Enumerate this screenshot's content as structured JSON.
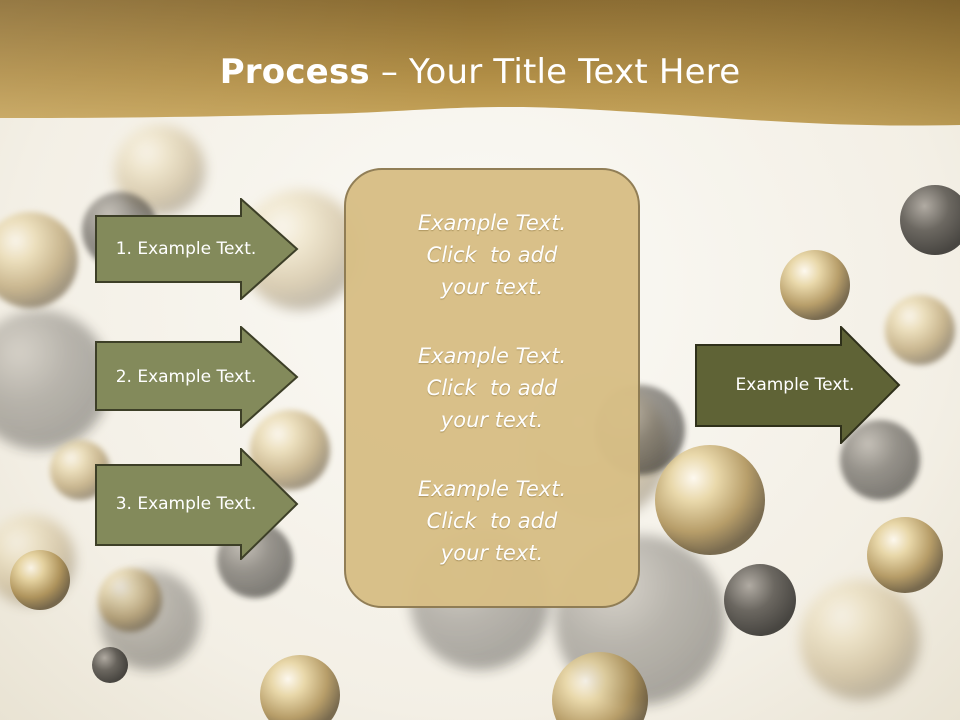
{
  "slide": {
    "title_bold": "Process",
    "title_rest": " – Your Title Text Here",
    "colors": {
      "header_gold": "#a8843e",
      "arrow_light": "#838a5b",
      "arrow_dark": "#5f6336",
      "center_box": "#d8bf86",
      "center_border": "#8e7b52"
    }
  },
  "left_arrows": [
    {
      "label": "1. Example Text."
    },
    {
      "label": "2. Example Text."
    },
    {
      "label": "3. Example Text."
    }
  ],
  "center": {
    "blocks": [
      {
        "line1": "Example Text.",
        "line2": "Click  to add",
        "line3": "your text."
      },
      {
        "line1": "Example Text.",
        "line2": "Click  to add",
        "line3": "your text."
      },
      {
        "line1": "Example Text.",
        "line2": "Click  to add",
        "line3": "your text."
      }
    ]
  },
  "right_arrow": {
    "label": "Example Text."
  }
}
